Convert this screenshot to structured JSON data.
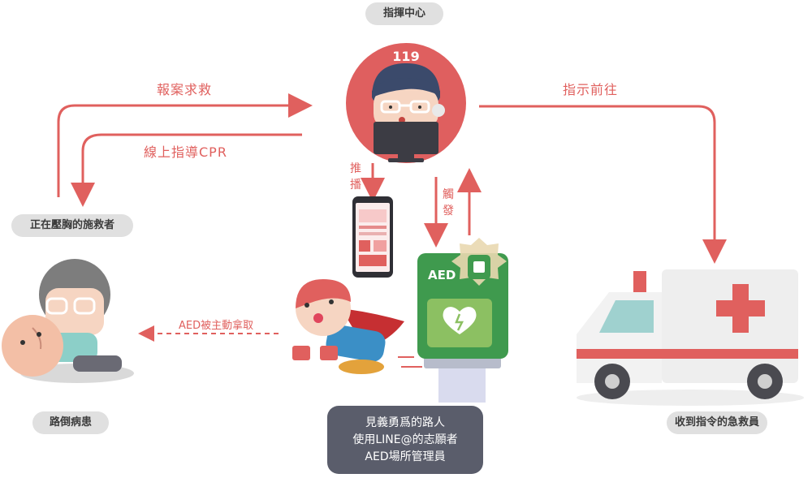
{
  "nodes": {
    "command_center": "指揮中心",
    "dispatch_number": "119",
    "rescuer": "正在壓胸的施救者",
    "patient": "路倒病患",
    "ambulance_crew": "收到指令的急救員",
    "helpers": [
      "見義勇爲的路人",
      "使用LINE@的志願者",
      "AED場所管理員"
    ],
    "aed_device_label": "AED"
  },
  "arrows": {
    "report": "報案求救",
    "online_cpr": "線上指導CPR",
    "dispatch": "指示前往",
    "push": "推播",
    "trigger": "觸發",
    "aed_fetch": "AED被主動拿取"
  },
  "colors": {
    "accent": "#e0605e",
    "pill_bg": "#e0e0e0",
    "note_bg": "#5a5d6b",
    "aed_green": "#3f9a4e",
    "aed_panel": "#8cc062"
  }
}
